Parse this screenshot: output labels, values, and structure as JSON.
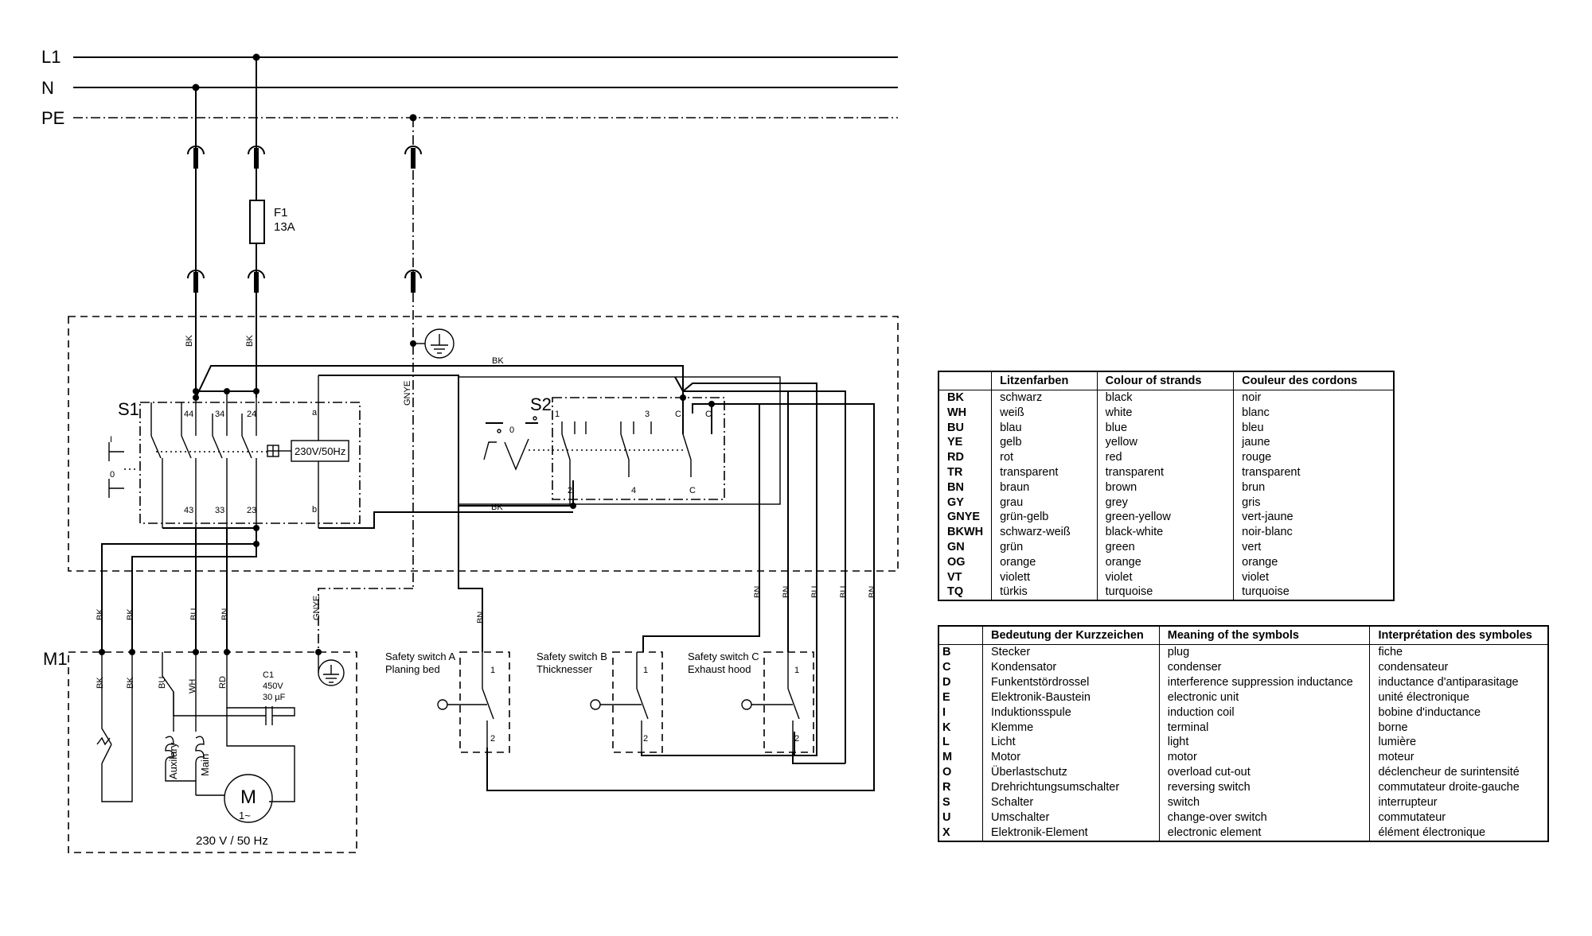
{
  "power": {
    "l1": "L1",
    "n": "N",
    "pe": "PE"
  },
  "fuse": {
    "ref": "F1",
    "rating": "13A"
  },
  "switch_s1": {
    "ref": "S1",
    "terminals": [
      "44",
      "34",
      "24",
      "43",
      "33",
      "23"
    ],
    "pos_on": "I",
    "pos_off": "0",
    "coil": "230V/50Hz",
    "coil_a": "a",
    "coil_b": "b"
  },
  "switch_s2": {
    "ref": "S2",
    "terminals": [
      "1",
      "3",
      "C",
      "C",
      "2",
      "4",
      "C"
    ],
    "pos_zero": "0"
  },
  "motor": {
    "ref": "M1",
    "symbol": "M",
    "phase": "1~",
    "rating": "230 V / 50 Hz",
    "winding_aux": "Auxilary",
    "winding_main": "Main"
  },
  "capacitor": {
    "ref": "C1",
    "voltage": "450V",
    "capacitance": "30 µF"
  },
  "safety_switches": [
    {
      "name": "Safety switch A",
      "location": "Planing bed",
      "pin1": "1",
      "pin2": "2"
    },
    {
      "name": "Safety switch B",
      "location": "Thicknesser",
      "pin1": "1",
      "pin2": "2"
    },
    {
      "name": "Safety switch C",
      "location": "Exhaust hood",
      "pin1": "1",
      "pin2": "2"
    }
  ],
  "wire_labels": {
    "bk": "BK",
    "bu": "BU",
    "wh": "WH",
    "rd": "RD",
    "bn": "BN",
    "gnye": "GNYE"
  },
  "colour_table": {
    "headers": [
      "",
      "Litzenfarben",
      "Colour of strands",
      "Couleur des cordons"
    ],
    "rows": [
      [
        "BK",
        "schwarz",
        "black",
        "noir"
      ],
      [
        "WH",
        "weiß",
        "white",
        "blanc"
      ],
      [
        "BU",
        "blau",
        "blue",
        "bleu"
      ],
      [
        "YE",
        "gelb",
        "yellow",
        "jaune"
      ],
      [
        "RD",
        "rot",
        "red",
        "rouge"
      ],
      [
        "TR",
        "transparent",
        "transparent",
        "transparent"
      ],
      [
        "BN",
        "braun",
        "brown",
        "brun"
      ],
      [
        "GY",
        "grau",
        "grey",
        "gris"
      ],
      [
        "GNYE",
        "grün-gelb",
        "green-yellow",
        "vert-jaune"
      ],
      [
        "BKWH",
        "schwarz-weiß",
        "black-white",
        "noir-blanc"
      ],
      [
        "GN",
        "grün",
        "green",
        "vert"
      ],
      [
        "OG",
        "orange",
        "orange",
        "orange"
      ],
      [
        "VT",
        "violett",
        "violet",
        "violet"
      ],
      [
        "TQ",
        "türkis",
        "turquoise",
        "turquoise"
      ]
    ]
  },
  "symbol_table": {
    "headers": [
      "",
      "Bedeutung der Kurzzeichen",
      "Meaning of the symbols",
      "Interprétation des symboles"
    ],
    "rows": [
      [
        "B",
        "Stecker",
        "plug",
        "fiche"
      ],
      [
        "C",
        "Kondensator",
        "condenser",
        "condensateur"
      ],
      [
        "D",
        "Funkentstördrossel",
        "interference suppression inductance",
        "inductance d'antiparasitage"
      ],
      [
        "E",
        "Elektronik-Baustein",
        "electronic unit",
        "unité électronique"
      ],
      [
        "I",
        "Induktionsspule",
        "induction coil",
        "bobine d'inductance"
      ],
      [
        "K",
        "Klemme",
        "terminal",
        "borne"
      ],
      [
        "L",
        "Licht",
        "light",
        "lumière"
      ],
      [
        "M",
        "Motor",
        "motor",
        "moteur"
      ],
      [
        "O",
        "Überlastschutz",
        "overload cut-out",
        "déclencheur de surintensité"
      ],
      [
        "R",
        "Drehrichtungsumschalter",
        "reversing switch",
        "commutateur droite-gauche"
      ],
      [
        "S",
        "Schalter",
        "switch",
        "interrupteur"
      ],
      [
        "U",
        "Umschalter",
        "change-over switch",
        "commutateur"
      ],
      [
        "X",
        "Elektronik-Element",
        "electronic element",
        "élément électronique"
      ]
    ]
  }
}
